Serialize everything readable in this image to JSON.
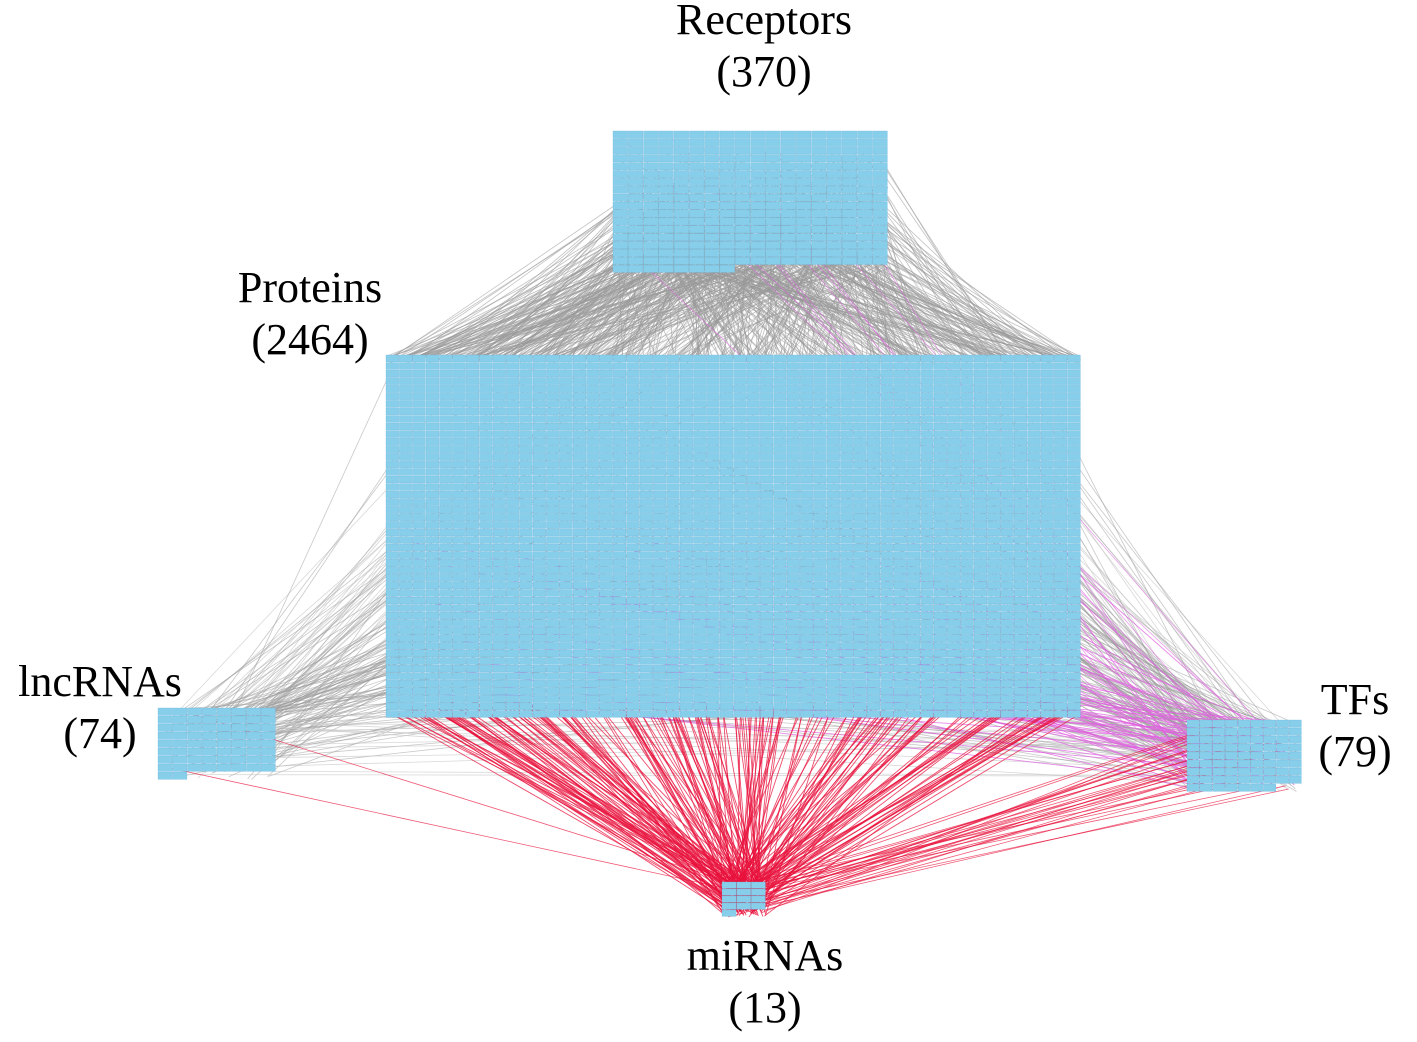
{
  "groups": {
    "receptors": {
      "name": "Receptors",
      "count": "(370)"
    },
    "proteins": {
      "name": "Proteins",
      "count": "(2464)"
    },
    "lncrnas": {
      "name": "lncRNAs",
      "count": "(74)"
    },
    "tfs": {
      "name": "TFs",
      "count": "(79)"
    },
    "mirnas": {
      "name": "miRNAs",
      "count": "(13)"
    }
  },
  "colors": {
    "node_fill": "#87CEEB",
    "node_stroke": "#6FB7DA",
    "edge_gray": "#9a9a9a",
    "edge_light": "#c8c8c8",
    "edge_magenta": "#e060e0",
    "edge_red": "#e8123c"
  }
}
